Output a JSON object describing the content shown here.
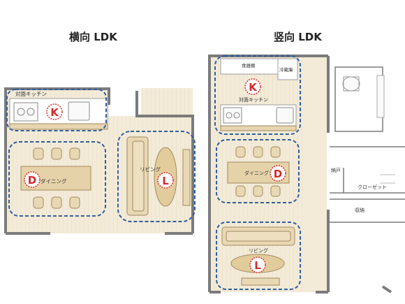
{
  "titles": {
    "left": "横向 LDK",
    "right": "竖向 LDK"
  },
  "left_plan": {
    "kitchen_label": "対面キッチン",
    "dining_label": "ダイニング",
    "living_label": "リビング",
    "markers": {
      "k": "K",
      "d": "D",
      "l": "L"
    }
  },
  "right_plan": {
    "pantry_label": "食器棚",
    "fridge_label": "冷蔵庫",
    "kitchen_label": "対面キッチン",
    "dining_label": "ダイニング",
    "living_label": "リビング",
    "storage_label": "納戸",
    "closet_label": "クローゼット",
    "shuno_label": "収納",
    "markers": {
      "k": "K",
      "d": "D",
      "l": "L"
    }
  },
  "colors": {
    "floor": "#f2ead7",
    "wall": "#7b7b7b",
    "zone_dash": "#2f5d9f",
    "marker": "#d62a2a",
    "furniture": "#e8d8b4",
    "furniture_stroke": "#a2895f"
  }
}
